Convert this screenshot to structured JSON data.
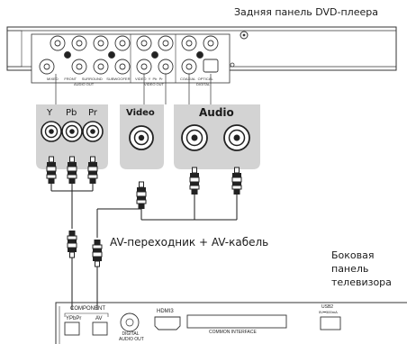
{
  "dvd_panel": {
    "caption": "Задняя панель DVD-плеера",
    "audio_out_label": "AUDIO OUT",
    "video_out_label": "VIDEO OUT",
    "digital_label": "DIGITAL",
    "audio_out_labels": [
      "MIXED",
      "FRONT",
      "SURROUND",
      "SUBWOOFER"
    ],
    "video_labels": [
      "VIDEO",
      "Y",
      "Pb",
      "Pr"
    ],
    "digital_jack_labels": [
      "COAXIAL",
      "OPTICAL"
    ]
  },
  "sockets": {
    "component": [
      "Y",
      "Pb",
      "Pr"
    ],
    "video": "Video",
    "audio": "Audio"
  },
  "cable_caption": "AV-переходник + AV-кабель",
  "tv_caption_lines": [
    "Боковая",
    "панель",
    "телевизора"
  ],
  "tv_panel": {
    "component_label": "COMPONENT",
    "ypbpr_label": "YPbPr",
    "av_label": "AV",
    "digital_audio_out_lines": [
      "DIGITAL",
      "AUDIO OUT"
    ],
    "hdmi_label": "HDMI3",
    "common_interface_label": "COMMON INTERFACE",
    "usb_label": "USB2",
    "usb_spec": "5V⎓500mA"
  },
  "colors": {
    "socket_bg": "#d3d3d3",
    "line": "#1a1a1a",
    "panel_border": "#333333"
  }
}
